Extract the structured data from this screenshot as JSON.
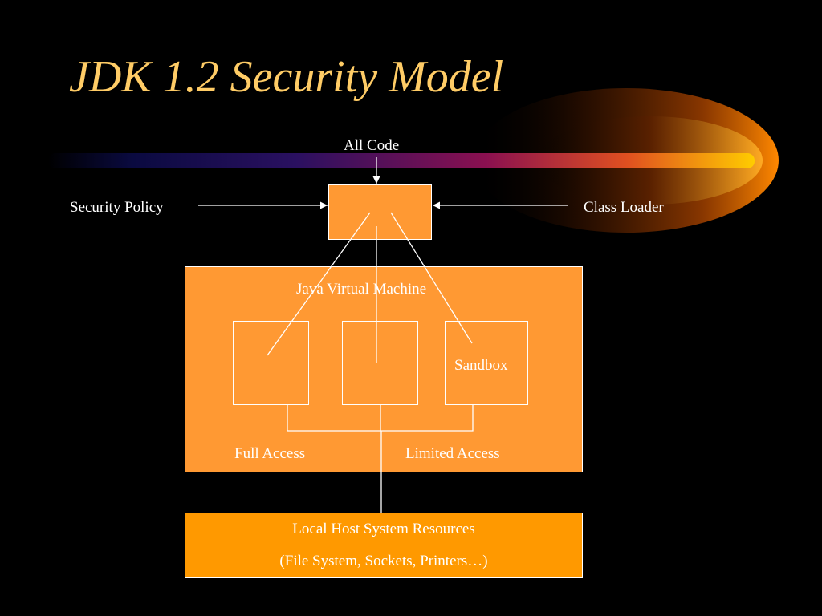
{
  "slide": {
    "title": "JDK 1.2 Security Model"
  },
  "colors": {
    "background": "#000000",
    "title_text": "#ffcc66",
    "jvm_fill": "#ff9933",
    "resources_fill": "#ff9900",
    "lines": "#ffffff",
    "text": "#ffffff"
  },
  "diagram": {
    "inputs": {
      "all_code": "All Code",
      "security_policy": "Security Policy",
      "class_loader": "Class Loader"
    },
    "jvm": {
      "label": "Java Virtual Machine",
      "sandbox_label": "Sandbox",
      "full_access_label": "Full Access",
      "limited_access_label": "Limited Access"
    },
    "resources": {
      "line1": "Local Host System Resources",
      "line2": "(File System, Sockets, Printers…)"
    }
  }
}
